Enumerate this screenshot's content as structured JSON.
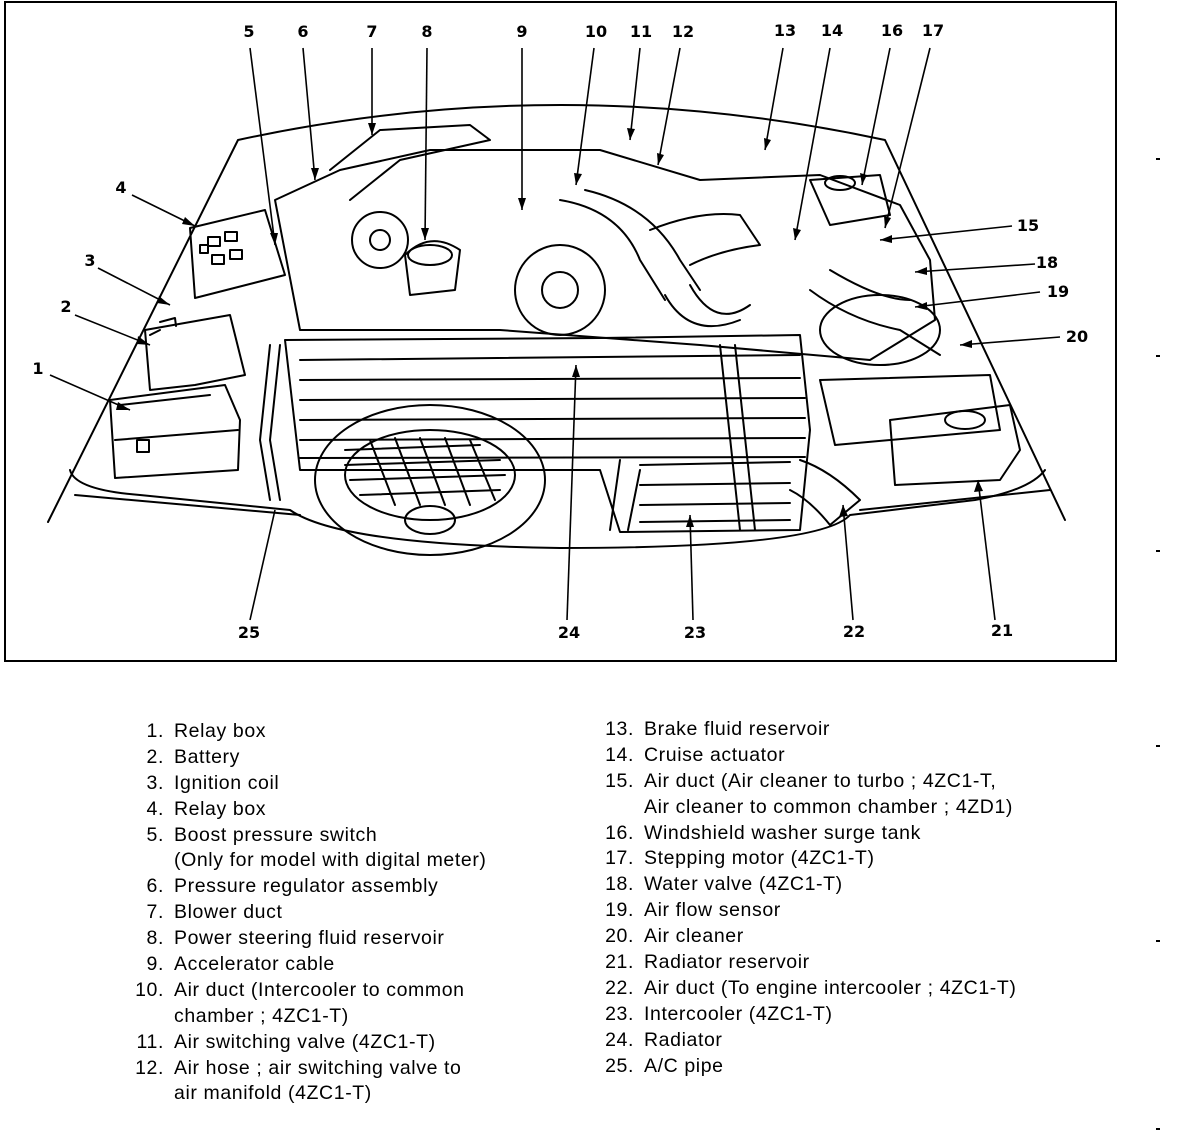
{
  "diagram": {
    "callouts": [
      "1",
      "2",
      "3",
      "4",
      "5",
      "6",
      "7",
      "8",
      "9",
      "10",
      "11",
      "12",
      "13",
      "14",
      "15",
      "16",
      "17",
      "18",
      "19",
      "20",
      "21",
      "22",
      "23",
      "24",
      "25"
    ]
  },
  "legend": {
    "left": [
      {
        "num": "1.",
        "text": "Relay box"
      },
      {
        "num": "2.",
        "text": "Battery"
      },
      {
        "num": "3.",
        "text": "Ignition coil"
      },
      {
        "num": "4.",
        "text": "Relay box"
      },
      {
        "num": "5.",
        "text": "Boost pressure switch"
      },
      {
        "num": "",
        "text": "(Only for model with digital meter)"
      },
      {
        "num": "6.",
        "text": "Pressure regulator assembly"
      },
      {
        "num": "7.",
        "text": "Blower duct"
      },
      {
        "num": "8.",
        "text": "Power steering fluid reservoir"
      },
      {
        "num": "9.",
        "text": "Accelerator cable"
      },
      {
        "num": "10.",
        "text": "Air duct (Intercooler to common"
      },
      {
        "num": "",
        "text": "chamber ; 4ZC1-T)"
      },
      {
        "num": "11.",
        "text": "Air switching valve (4ZC1-T)"
      },
      {
        "num": "12.",
        "text": "Air hose ; air switching valve to"
      },
      {
        "num": "",
        "text": "air manifold (4ZC1-T)"
      }
    ],
    "right": [
      {
        "num": "13.",
        "text": "Brake fluid reservoir"
      },
      {
        "num": "14.",
        "text": "Cruise actuator"
      },
      {
        "num": "15.",
        "text": "Air duct (Air cleaner to turbo ; 4ZC1-T,"
      },
      {
        "num": "",
        "text": "Air cleaner to common chamber ; 4ZD1)"
      },
      {
        "num": "16.",
        "text": "Windshield washer surge tank"
      },
      {
        "num": "17.",
        "text": "Stepping motor (4ZC1-T)"
      },
      {
        "num": "18.",
        "text": "Water valve (4ZC1-T)"
      },
      {
        "num": "19.",
        "text": "Air flow sensor"
      },
      {
        "num": "20.",
        "text": "Air cleaner"
      },
      {
        "num": "21.",
        "text": "Radiator reservoir"
      },
      {
        "num": "22.",
        "text": "Air duct (To engine intercooler ; 4ZC1-T)"
      },
      {
        "num": "23.",
        "text": "Intercooler (4ZC1-T)"
      },
      {
        "num": "24.",
        "text": "Radiator"
      },
      {
        "num": "25.",
        "text": "A/C pipe"
      }
    ]
  }
}
